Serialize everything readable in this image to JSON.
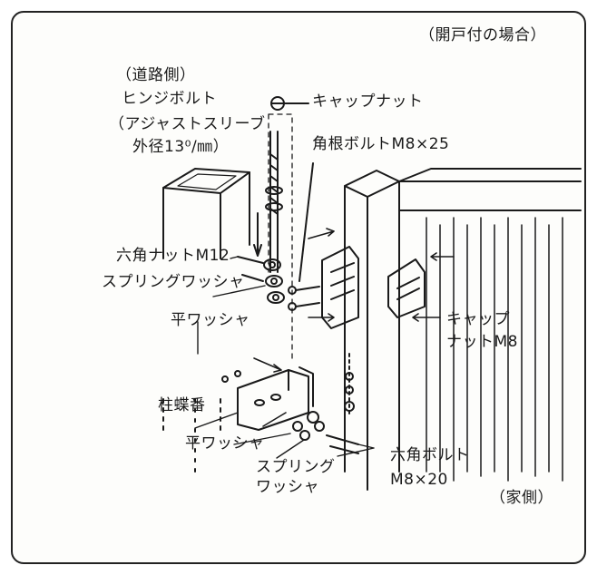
{
  "title": "（開戸付の場合）",
  "side_road": "（道路側）",
  "side_house": "（家側）",
  "labels": {
    "hinge_bolt": "ヒンジボルト",
    "adjust_sleeve_1": "（アジャストスリーブ",
    "adjust_sleeve_2": "外径13⁰/㎜）",
    "cap_nut": "キャップナット",
    "square_neck_bolt": "角根ボルトM8×25",
    "hex_nut": "六角ナットM12",
    "spring_washer_1": "スプリングワッシャ",
    "flat_washer_1": "平ワッシャ",
    "cap_nut_m8_1": "キャップ",
    "cap_nut_m8_2": "ナットM8",
    "post_hinge": "柱蝶番",
    "flat_washer_2": "平ワッシャ",
    "spring_washer_2a": "スプリング",
    "spring_washer_2b": "ワッシャ",
    "hex_bolt_1": "六角ボルト",
    "hex_bolt_2": "M8×20"
  },
  "colors": {
    "line": "#1a1a1a",
    "paper": "#fdfdfb"
  }
}
